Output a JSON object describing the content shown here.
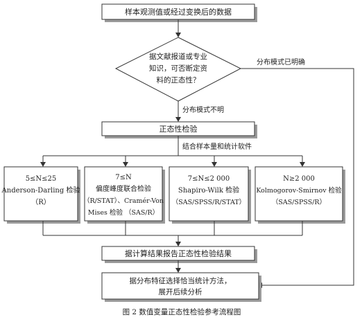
{
  "flowchart": {
    "start": "样本观测值或经过变换后的数据",
    "decision": [
      "据文献报道或专业",
      "知识，可否断定资",
      "料的正态性？"
    ],
    "yes_label": "分布模式已明确",
    "no_label": "分布模式不明",
    "normality_test": "正态性检验",
    "branch_label": "结合样本量和统计软件",
    "methods": [
      {
        "range": "5≤N≤25",
        "lines": [
          "Anderson-Darling 检验",
          "（R）"
        ]
      },
      {
        "range": "7≤N",
        "lines": [
          "偏度峰度联合检验",
          "（R/STAT）、Cramér-Von",
          "Mises 检验  （SAS/R）"
        ]
      },
      {
        "range": "7≤N≤2 000",
        "lines": [
          "Shapiro-Wilk 检验",
          "（SAS/SPSS/R/STAT）"
        ]
      },
      {
        "range": "N≥2 000",
        "lines": [
          "Kolmogorov-Smirnov 检验",
          "（SAS/SPSS/R）"
        ]
      }
    ],
    "report": "据计算结果报告正态性检验结果",
    "final": [
      "据分布特征选择恰当统计方法，",
      "展开后续分析"
    ]
  },
  "caption": "图 2   数值变量正态性检验参考流程图"
}
